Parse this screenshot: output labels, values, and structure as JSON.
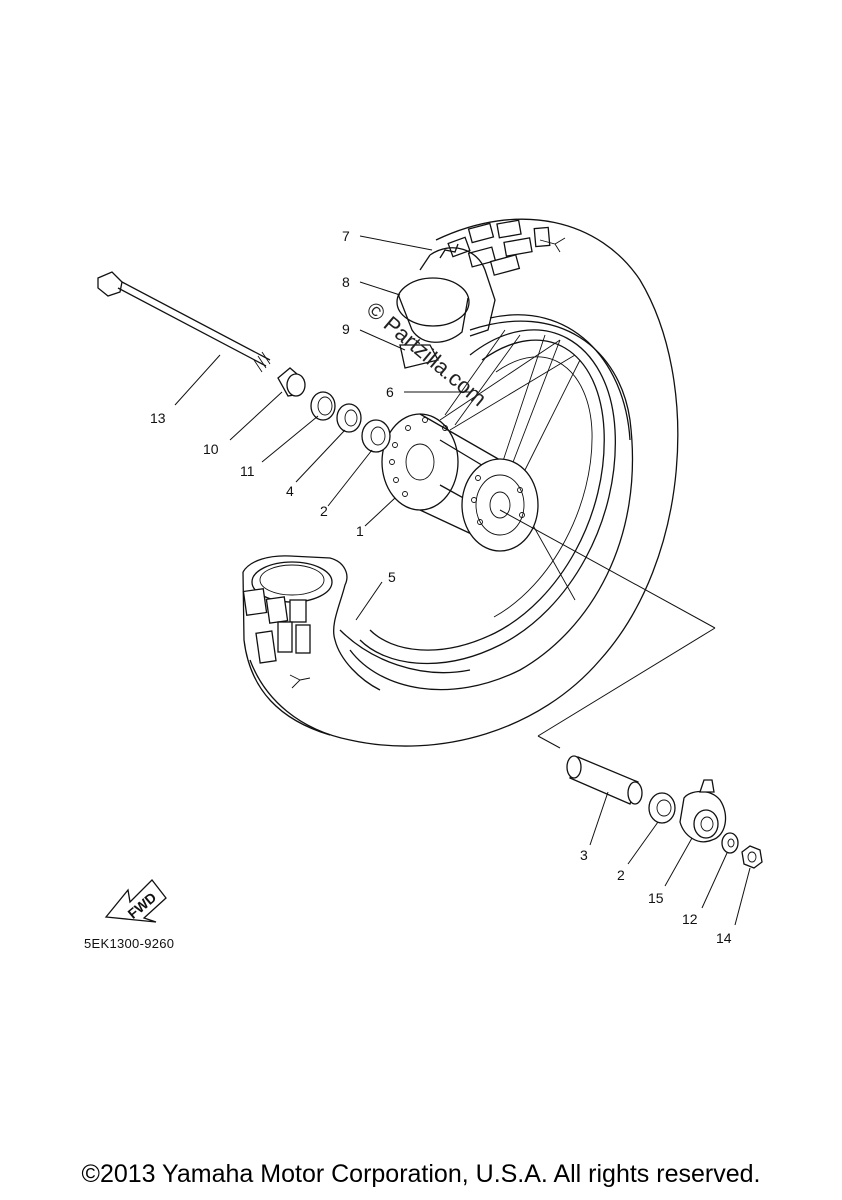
{
  "diagram": {
    "callouts": [
      {
        "id": "c1",
        "label": "1"
      },
      {
        "id": "c2a",
        "label": "2"
      },
      {
        "id": "c2b",
        "label": "2"
      },
      {
        "id": "c3",
        "label": "3"
      },
      {
        "id": "c4",
        "label": "4"
      },
      {
        "id": "c5",
        "label": "5"
      },
      {
        "id": "c6",
        "label": "6"
      },
      {
        "id": "c7",
        "label": "7"
      },
      {
        "id": "c8",
        "label": "8"
      },
      {
        "id": "c9",
        "label": "9"
      },
      {
        "id": "c10",
        "label": "10"
      },
      {
        "id": "c11",
        "label": "11"
      },
      {
        "id": "c12",
        "label": "12"
      },
      {
        "id": "c13",
        "label": "13"
      },
      {
        "id": "c14",
        "label": "14"
      },
      {
        "id": "c15",
        "label": "15"
      }
    ],
    "fwd_label": "FWD",
    "part_code": "5EK1300-9260",
    "watermark": "© Partzilla.com"
  },
  "footer": {
    "copyright": "©2013 Yamaha Motor Corporation, U.S.A. All rights reserved."
  }
}
